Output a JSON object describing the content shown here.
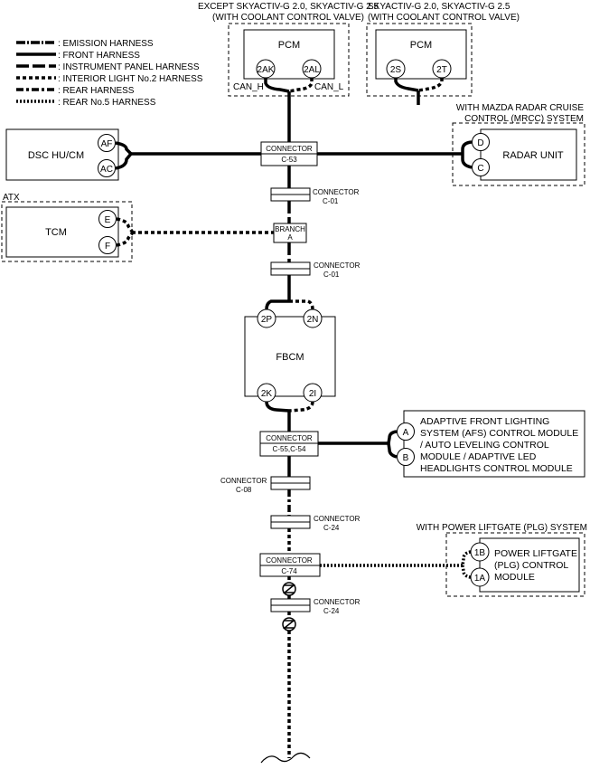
{
  "legend": [
    {
      "label": ": EMISSION HARNESS",
      "style": "emission"
    },
    {
      "label": ": FRONT HARNESS",
      "style": "front"
    },
    {
      "label": ": INSTRUMENT PANEL HARNESS",
      "style": "instrument"
    },
    {
      "label": ": INTERIOR LIGHT No.2 HARNESS",
      "style": "interior"
    },
    {
      "label": ": REAR HARNESS",
      "style": "rear"
    },
    {
      "label": ": REAR No.5 HARNESS",
      "style": "rear5"
    }
  ],
  "pcm1": {
    "caption1": "EXCEPT SKYACTIV-G 2.0, SKYACTIV-G 2.5",
    "caption2": "(WITH COOLANT CONTROL VALVE)",
    "name": "PCM",
    "pin_a": "2AK",
    "pin_b": "2AL",
    "can_h": "CAN_H",
    "can_l": "CAN_L"
  },
  "pcm2": {
    "caption1": "SKYACTIV-G 2.0, SKYACTIV-G 2.5",
    "caption2": "(WITH COOLANT CONTROL VALVE)",
    "name": "PCM",
    "pin_a": "2S",
    "pin_b": "2T"
  },
  "dsc": {
    "name": "DSC HU/CM",
    "pin_a": "AF",
    "pin_b": "AC"
  },
  "radar": {
    "caption1": "WITH MAZDA RADAR CRUISE",
    "caption2": "CONTROL (MRCC) SYSTEM",
    "name": "RADAR UNIT",
    "pin_a": "D",
    "pin_b": "C"
  },
  "tcm": {
    "caption": "ATX",
    "name": "TCM",
    "pin_a": "E",
    "pin_b": "F"
  },
  "fbcm": {
    "name": "FBCM",
    "pin_tl": "2P",
    "pin_tr": "2N",
    "pin_bl": "2K",
    "pin_br": "2I"
  },
  "afs": {
    "pin_a": "A",
    "pin_b": "B",
    "lines": [
      "ADAPTIVE FRONT LIGHTING",
      "SYSTEM (AFS) CONTROL MODULE",
      "/ AUTO LEVELING CONTROL",
      "MODULE / ADAPTIVE LED",
      "HEADLIGHTS CONTROL MODULE"
    ]
  },
  "plg": {
    "caption": "WITH POWER LIFTGATE (PLG) SYSTEM",
    "pin_a": "1B",
    "pin_b": "1A",
    "lines": [
      "POWER LIFTGATE",
      "(PLG) CONTROL",
      "MODULE"
    ]
  },
  "connectors": {
    "c53": {
      "label1": "CONNECTOR",
      "label2": "C-53"
    },
    "c01a": {
      "label1": "CONNECTOR",
      "label2": "C-01"
    },
    "branch": {
      "label1": "BRANCH",
      "label2": "A"
    },
    "c01b": {
      "label1": "CONNECTOR",
      "label2": "C-01"
    },
    "c5554": {
      "label1": "CONNECTOR",
      "label2": "C-55,C-54"
    },
    "c08": {
      "label1": "CONNECTOR",
      "label2": "C-08"
    },
    "c24a": {
      "label1": "CONNECTOR",
      "label2": "C-24"
    },
    "c74": {
      "label1": "CONNECTOR",
      "label2": "C-74"
    },
    "c24b": {
      "label1": "CONNECTOR",
      "label2": "C-24"
    }
  },
  "colors": {
    "line": "#000000",
    "background": "#ffffff"
  }
}
